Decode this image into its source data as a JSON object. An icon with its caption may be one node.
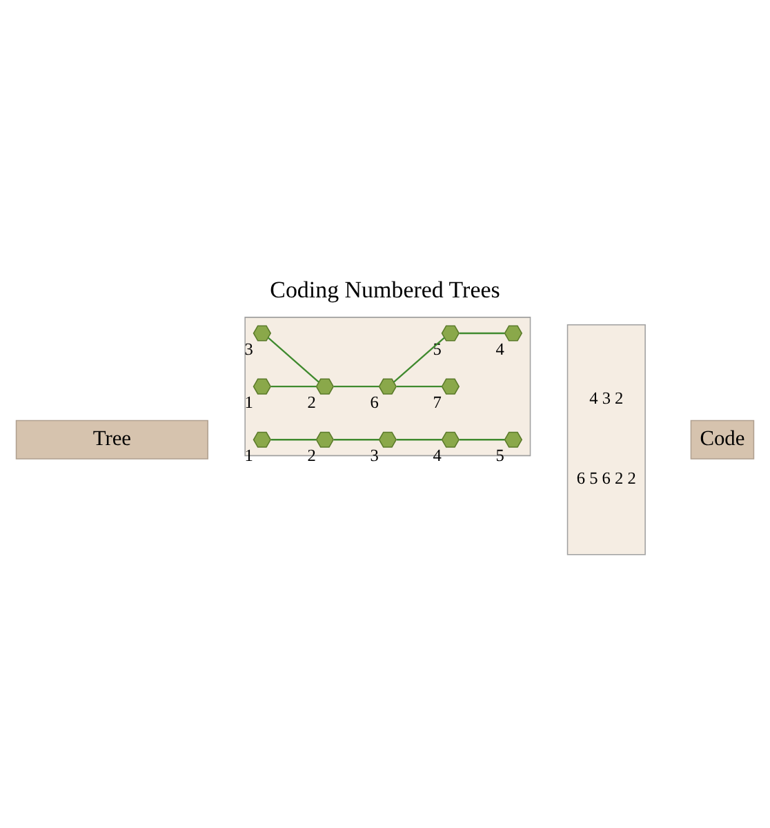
{
  "diagram": {
    "title": "Coding Numbered Trees",
    "nodes": [
      {
        "text": [
          "Tree"
        ]
      },
      {
        "text": [
          "Code"
        ]
      },
      {
        "text": [],
        "shape": "box"
      },
      {
        "text": [
          "4 3 2",
          "6 5 6 2 2"
        ]
      },
      {
        "text": [],
        "shape": "hexagon",
        "beside": [
          "1"
        ],
        "in": 2
      },
      {
        "text": [],
        "shape": "hexagon",
        "beside": [
          "2"
        ],
        "in": 2
      },
      {
        "text": [],
        "shape": "hexagon",
        "beside": [
          "3"
        ],
        "in": 2
      },
      {
        "text": [],
        "shape": "hexagon",
        "beside": [
          "4"
        ],
        "in": 2
      },
      {
        "text": [],
        "shape": "hexagon",
        "beside": [
          "5"
        ],
        "in": 2
      },
      {
        "text": [],
        "shape": "hexagon",
        "beside": [
          "1"
        ],
        "in": 2
      },
      {
        "text": [],
        "shape": "hexagon",
        "beside": [
          "5"
        ],
        "in": 2
      },
      {
        "text": [],
        "shape": "hexagon",
        "beside": [
          "4"
        ],
        "in": 2
      },
      {
        "text": [],
        "shape": "hexagon",
        "beside": [
          "2"
        ],
        "in": 2
      },
      {
        "text": [],
        "shape": "hexagon",
        "beside": [
          "6"
        ],
        "in": 2
      },
      {
        "text": [],
        "shape": "hexagon",
        "beside": [
          "3"
        ],
        "in": 2
      },
      {
        "text": [],
        "shape": "hexagon",
        "beside": [
          "7"
        ],
        "in": 2
      }
    ],
    "edges": [
      {
        "from": 4,
        "to": 5,
        "arrow": "none"
      },
      {
        "from": 5,
        "to": 6,
        "arrow": "none"
      },
      {
        "from": 6,
        "to": 7,
        "arrow": "none"
      },
      {
        "from": 7,
        "to": 8,
        "arrow": "none"
      },
      {
        "from": 9,
        "to": 12,
        "arrow": "none"
      },
      {
        "from": 14,
        "to": 12,
        "arrow": "none"
      },
      {
        "from": 12,
        "to": 13,
        "arrow": "none"
      },
      {
        "from": 13,
        "to": 10,
        "arrow": "none"
      },
      {
        "from": 13,
        "to": 15,
        "arrow": "none"
      },
      {
        "from": 10,
        "to": 11,
        "arrow": "none"
      }
    ]
  }
}
